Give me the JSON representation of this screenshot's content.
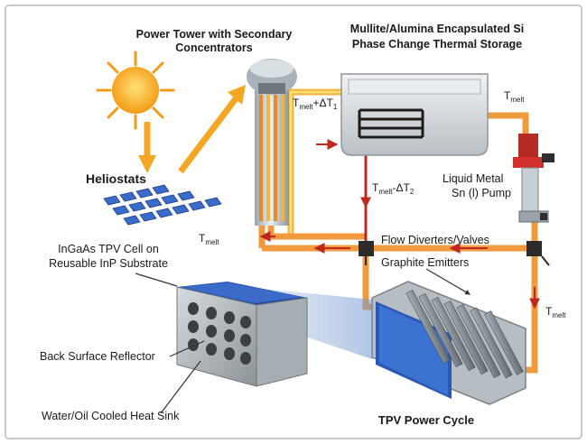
{
  "labels": {
    "power_tower_l1": "Power Tower with Secondary",
    "power_tower_l2": "Concentrators",
    "storage_l1": "Mullite/Alumina Encapsulated Si",
    "storage_l2": "Phase Change Thermal Storage",
    "heliostats": "Heliostats",
    "t_melt": "T",
    "t_melt_sub": "melt",
    "t_plus_dt1_sub": "melt",
    "t_plus_dt1_rest": "+ΔT",
    "t_plus_dt1_idx": "1",
    "t_minus_dt2_sub": "melt",
    "t_minus_dt2_rest": "-ΔT",
    "t_minus_dt2_idx": "2",
    "pump_l1": "Liquid Metal",
    "pump_l2": "Sn (l) Pump",
    "flow_diverters": "Flow Diverters/Valves",
    "graphite_emitters": "Graphite Emitters",
    "tpv_cell_l1": "InGaAs TPV Cell on",
    "tpv_cell_l2": "Reusable InP Substrate",
    "back_reflector": "Back Surface Reflector",
    "heat_sink": "Water/Oil Cooled Heat Sink",
    "tpv_cycle": "TPV Power Cycle"
  },
  "colors": {
    "hot_pipe": "#f2b540",
    "hot_pipe_core": "#ffe27a",
    "cold_pipe": "#ef9a3c",
    "flow_arrow": "#c0281e",
    "sun": "#f7b21c",
    "sun_ray": "#f59b18",
    "panel": "#3a6bc8",
    "panel_dark": "#1f3f8a"
  }
}
